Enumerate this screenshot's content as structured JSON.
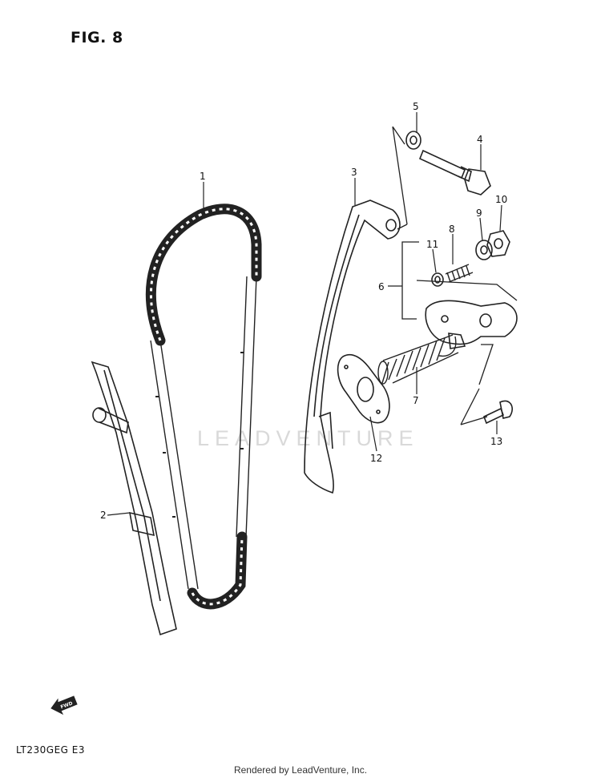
{
  "figure": {
    "title": "FIG. 8"
  },
  "diagram": {
    "code": "LT230GEG  E3",
    "direction_marker": "FWD",
    "parts": [
      {
        "ref": "1",
        "icon": "cam-chain-icon"
      },
      {
        "ref": "2",
        "icon": "chain-guide-icon"
      },
      {
        "ref": "3",
        "icon": "tensioner-arm-icon"
      },
      {
        "ref": "4",
        "icon": "bolt-icon"
      },
      {
        "ref": "5",
        "icon": "washer-icon"
      },
      {
        "ref": "6",
        "icon": "tensioner-assembly-icon"
      },
      {
        "ref": "7",
        "icon": "tensioner-spring-icon"
      },
      {
        "ref": "8",
        "icon": "spring-icon"
      },
      {
        "ref": "9",
        "icon": "washer-icon"
      },
      {
        "ref": "10",
        "icon": "nut-icon"
      },
      {
        "ref": "11",
        "icon": "o-ring-icon"
      },
      {
        "ref": "12",
        "icon": "gasket-icon"
      },
      {
        "ref": "13",
        "icon": "screw-icon"
      }
    ]
  },
  "watermark": "LEADVENTURE",
  "footer": {
    "text": "Rendered by LeadVenture, Inc."
  }
}
